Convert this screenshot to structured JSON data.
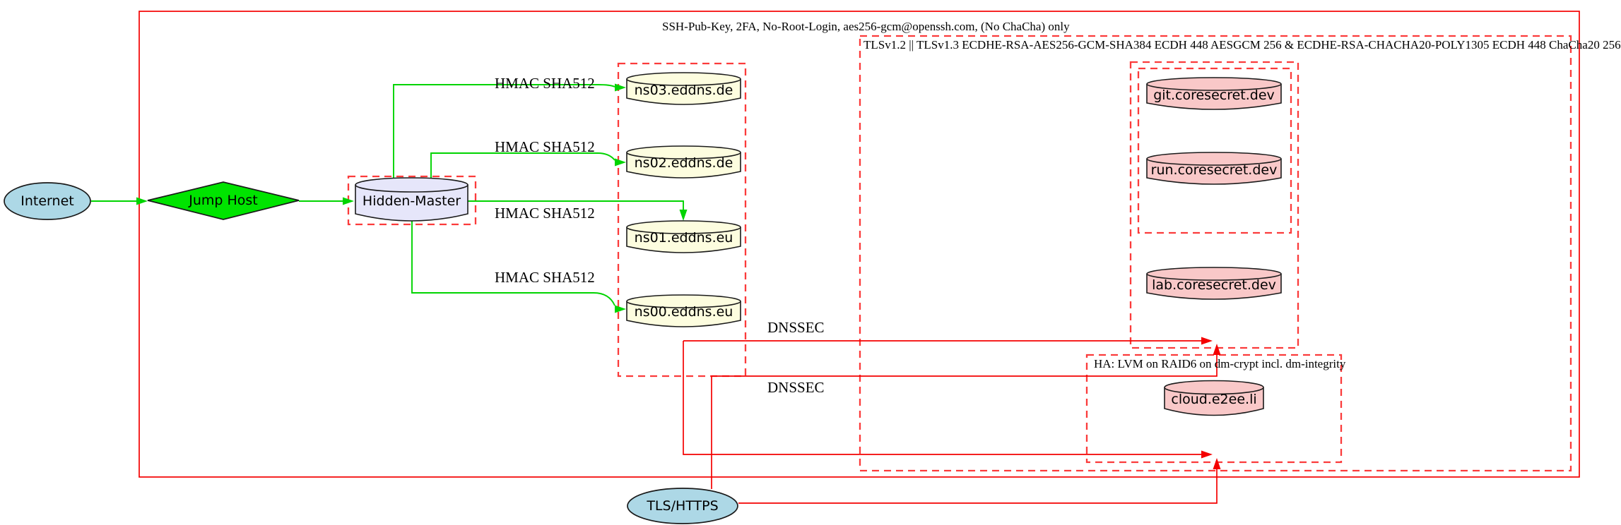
{
  "diagram": {
    "clusters": {
      "ssh": {
        "label": "SSH-Pub-Key, 2FA, No-Root-Login, aes256-gcm@openssh.com, (No ChaCha) only"
      },
      "tls": {
        "label": "TLSv1.2 || TLSv1.3 ECDHE-RSA-AES256-GCM-SHA384 ECDH 448 AESGCM 256 & ECDHE-RSA-CHACHA20-POLY1305 ECDH 448 ChaCha20 256"
      },
      "ha": {
        "label": "HA: LVM on RAID6 on dm-crypt incl. dm-integrity"
      }
    },
    "nodes": {
      "internet": {
        "label": "Internet"
      },
      "jump_host": {
        "label": "Jump Host"
      },
      "hidden_master": {
        "label": "Hidden-Master"
      },
      "ns03": {
        "label": "ns03.eddns.de"
      },
      "ns02": {
        "label": "ns02.eddns.de"
      },
      "ns01": {
        "label": "ns01.eddns.eu"
      },
      "ns00": {
        "label": "ns00.eddns.eu"
      },
      "git": {
        "label": "git.coresecret.dev"
      },
      "run": {
        "label": "run.coresecret.dev"
      },
      "lab": {
        "label": "lab.coresecret.dev"
      },
      "cloud": {
        "label": "cloud.e2ee.li"
      },
      "tls_https": {
        "label": "TLS/HTTPS"
      }
    },
    "edge_labels": {
      "hmac_ns03": "HMAC SHA512",
      "hmac_ns02": "HMAC SHA512",
      "hmac_ns01": "HMAC SHA512",
      "hmac_ns00": "HMAC SHA512",
      "dnssec_1": "DNSSEC",
      "dnssec_2": "DNSSEC"
    },
    "colors": {
      "edge_green": "#00d400",
      "node_green": "#00e400",
      "edge_red": "#f40000",
      "dashed_red": "#fb3b3b",
      "lightblue": "#add8e6",
      "lavender": "#e6e6fa",
      "lightyellow": "#fdfddf",
      "pink": "#f9c8c8",
      "outline": "#1a1a1a"
    }
  }
}
